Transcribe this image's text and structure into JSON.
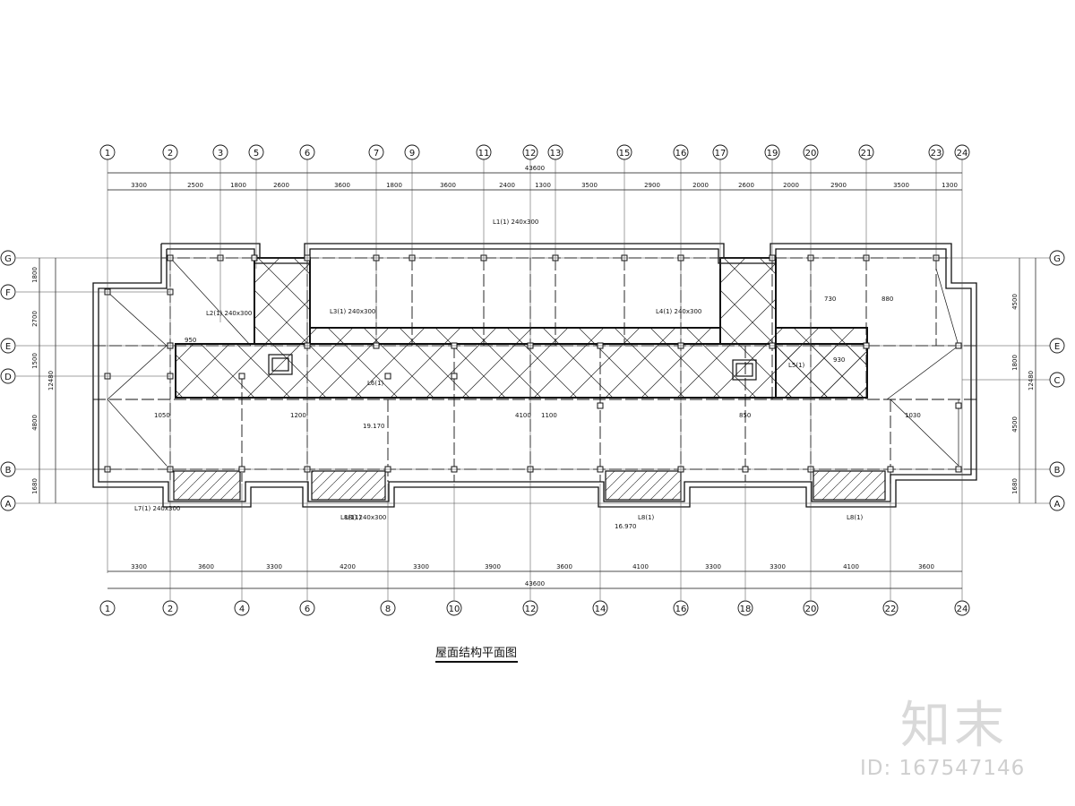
{
  "drawing": {
    "title": "屋面结构平面图",
    "axes_top": [
      "1",
      "2",
      "3",
      "5",
      "6",
      "7",
      "9",
      "11",
      "12",
      "13",
      "15",
      "16",
      "17",
      "19",
      "20",
      "21",
      "23",
      "24"
    ],
    "axes_bottom": [
      "1",
      "2",
      "4",
      "6",
      "8",
      "10",
      "12",
      "14",
      "16",
      "18",
      "20",
      "22",
      "24"
    ],
    "axes_left": [
      "G",
      "F",
      "E",
      "D",
      "B",
      "A"
    ],
    "axes_right": [
      "G",
      "E",
      "C",
      "B",
      "A"
    ],
    "dims_top": [
      "3300",
      "2500",
      "1800",
      "2600",
      "3600",
      "1800",
      "3600",
      "2400",
      "1300",
      "3500",
      "2900",
      "2000",
      "2600",
      "2000",
      "2900",
      "3500",
      "1300"
    ],
    "dims_bottom": [
      "3300",
      "3600",
      "3300",
      "4200",
      "3300",
      "3900",
      "3600",
      "4100",
      "3300",
      "3300",
      "4100",
      "3600"
    ],
    "total_length": "43600",
    "dims_left": [
      "1800",
      "2700",
      "1500",
      "4800",
      "1680"
    ],
    "total_left": "12480",
    "dims_right": [
      "4500",
      "1800",
      "4500",
      "1680"
    ],
    "total_right": "12480",
    "beam_notes": [
      "L1(1) 240x300",
      "L2(1) 240x300",
      "L3(1) 240x300",
      "L4(1) 240x300",
      "L8(1) 240x300",
      "L7(1) 240x300",
      "L6(1)",
      "L5(1)"
    ],
    "slab_notes": [
      "1050",
      "950",
      "1200",
      "1100",
      "1030",
      "930",
      "850",
      "730",
      "880",
      "4100"
    ],
    "elevations": [
      "19.170",
      "16.970"
    ],
    "labels_misc": [
      "L8(1)",
      "L7(1)"
    ]
  },
  "watermark": {
    "brand": "知末",
    "id": "ID: 167547146"
  }
}
